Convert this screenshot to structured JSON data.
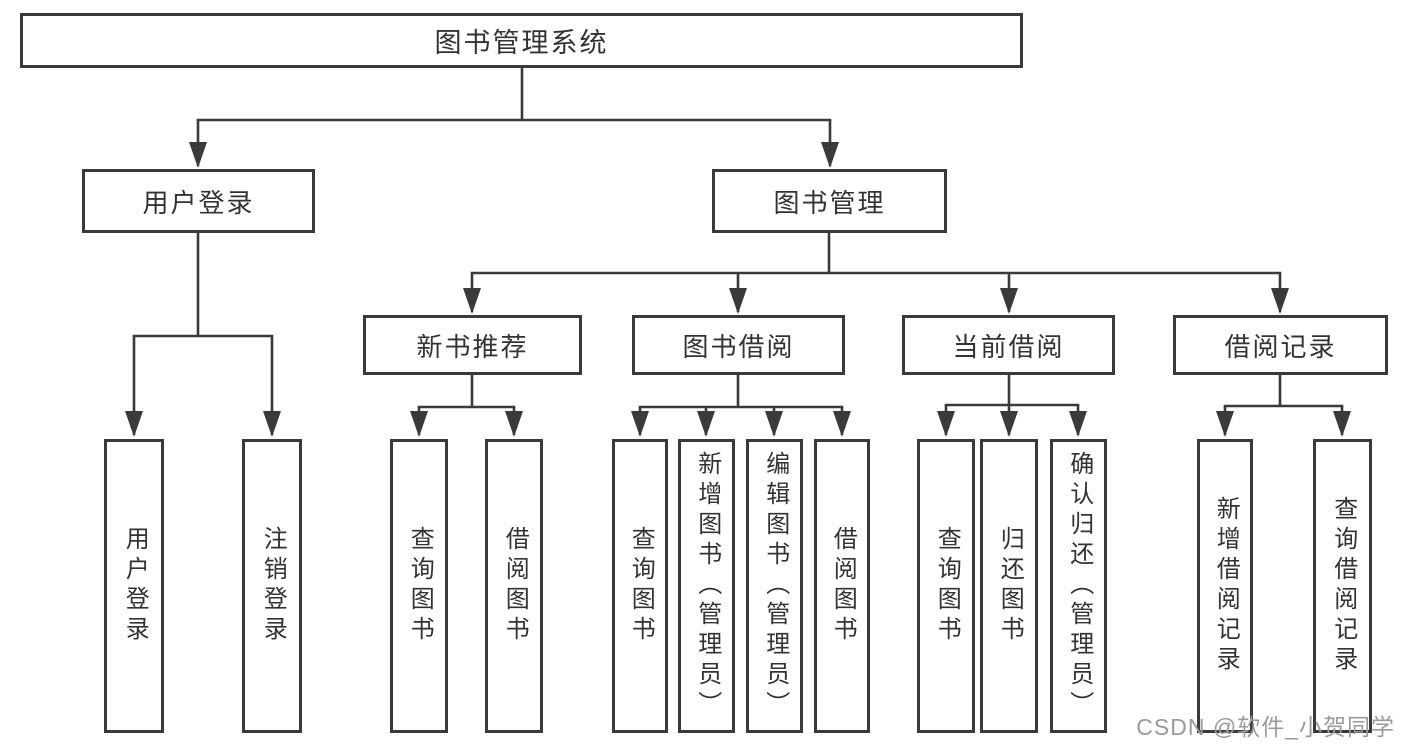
{
  "diagram": {
    "title": {
      "label": "图书管理系统"
    },
    "branches": {
      "user_login": {
        "label": "用户登录",
        "children": [
          "用户登录",
          "注销登录"
        ]
      },
      "book_management": {
        "label": "图书管理",
        "children": {
          "new_book_recommend": {
            "label": "新书推荐",
            "children": [
              "查询图书",
              "借阅图书"
            ]
          },
          "book_borrow": {
            "label": "图书借阅",
            "children": [
              "查询图书",
              "新增图书（管理员）",
              "编辑图书（管理员）",
              "借阅图书"
            ]
          },
          "current_borrow": {
            "label": "当前借阅",
            "children": [
              "查询图书",
              "归还图书",
              "确认归还（管理员）"
            ]
          },
          "borrow_record": {
            "label": "借阅记录",
            "children": [
              "新增借阅记录",
              "查询借阅记录"
            ]
          }
        }
      }
    }
  },
  "watermark": {
    "text": "CSDN @软件_小贺同学"
  },
  "colors": {
    "line": "#3a3a3a",
    "box_border": "#3a3a3a",
    "text": "#333333",
    "watermark": "#9a9a9a",
    "background": "#ffffff"
  }
}
